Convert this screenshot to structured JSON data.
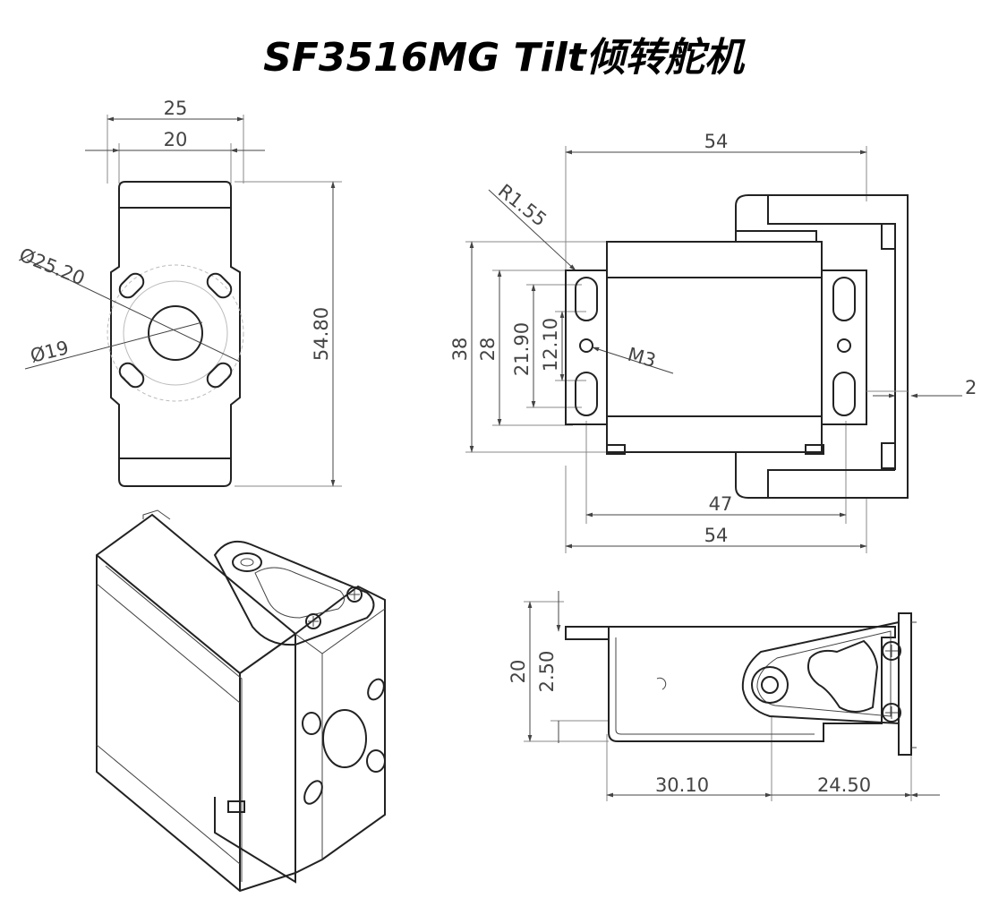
{
  "title": "SF3516MG Tilt倾转舵机",
  "front_view": {
    "dim_top_outer": "25",
    "dim_top_inner": "20",
    "dim_height": "54.80",
    "dia_outer": "Ø25.20",
    "dia_inner": "Ø19"
  },
  "side_view": {
    "dim_top": "54",
    "radius": "R1.55",
    "dim_38": "38",
    "dim_28": "28",
    "dim_21_90": "21.90",
    "dim_12_10": "12.10",
    "hole": "M3",
    "dim_2": "2",
    "dim_47": "47",
    "dim_bottom": "54"
  },
  "bottom_view": {
    "dim_20": "20",
    "dim_2_50": "2.50",
    "dim_30_10": "30.10",
    "dim_24_50": "24.50"
  }
}
